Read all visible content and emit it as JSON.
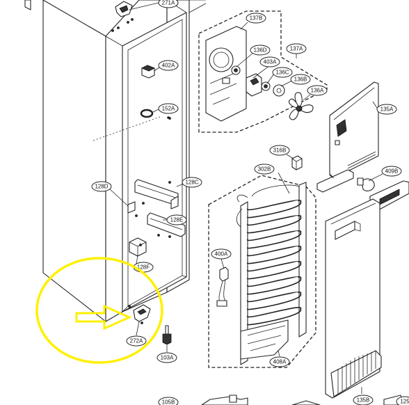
{
  "callouts": {
    "c271A": "271A",
    "c402A": "402A",
    "c152A": "152A",
    "c128D": "128D",
    "c128C": "128C",
    "c128E": "128E",
    "c128F": "128F",
    "c272A": "272A",
    "c103A": "103A",
    "c137B": "137B",
    "c136D": "136D",
    "c137A": "137A",
    "c403A": "403A",
    "c136C": "136C",
    "c136B": "136B",
    "c136A": "136A",
    "c135A": "135A",
    "c316B": "316B",
    "c302B": "302B",
    "c409B": "409B",
    "c400A": "400A",
    "c408A": "408A",
    "c105B": "105B",
    "c135B": "135B",
    "c125": "125"
  },
  "highlight": {
    "color": "#fff000",
    "shape": "circle-and-arrow",
    "target_part": "272A"
  }
}
